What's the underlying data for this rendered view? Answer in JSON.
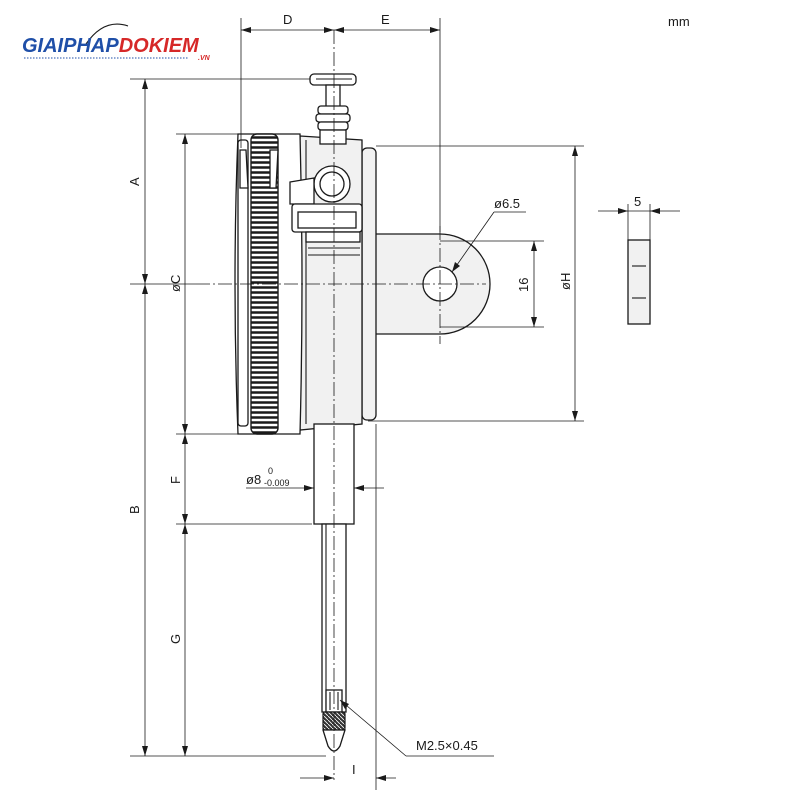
{
  "logo": {
    "text_blue": "GIAIPHAP",
    "text_red": "DOKIEM",
    "suffix": ".VN",
    "color_blue": "#1f4fa8",
    "color_red": "#d62828"
  },
  "unit": "mm",
  "labels": {
    "D": "D",
    "E": "E",
    "A": "A",
    "B": "B",
    "C": "øC",
    "F": "F",
    "G": "G",
    "H": "øH",
    "I": "I",
    "hole_dia": "ø6.5",
    "lug_height": "16",
    "lug_thickness": "5",
    "stem_dia": "ø8",
    "stem_tol_upper": "0",
    "stem_tol_lower": "-0.009",
    "thread": "M2.5×0.45"
  }
}
